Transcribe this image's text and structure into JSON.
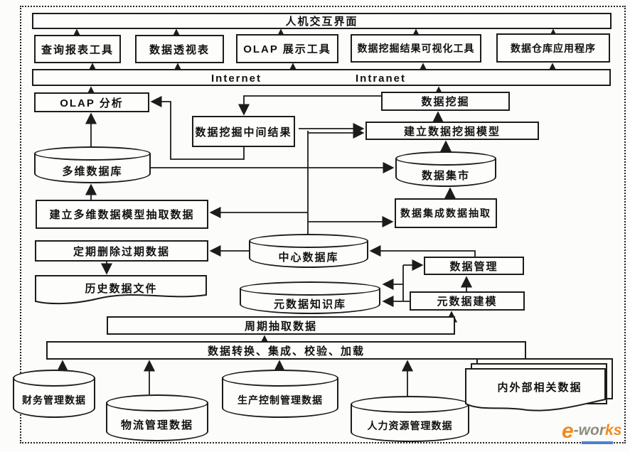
{
  "nodes": {
    "hci": "人机交互界面",
    "tool_query": "查询报表工具",
    "tool_pivot": "数据透视表",
    "tool_olap": "OLAP 展示工具",
    "tool_visual": "数据挖掘结果可视化工具",
    "tool_app": "数据仓库应用程序",
    "internet": "Internet",
    "intranet": "Intranet",
    "olap_analysis": "OLAP 分析",
    "mining": "数据挖掘",
    "mining_mid": "数据挖掘中间结果",
    "build_mining": "建立数据挖掘模型",
    "mdb": "多维数据库",
    "mart": "数据集市",
    "build_multi": "建立多维数据模型抽取数据",
    "integrate": "数据集成数据抽取",
    "purge": "定期删除过期数据",
    "central": "中心数据库",
    "history": "历史数据文件",
    "meta_kb": "元数据知识库",
    "mgmt": "数据管理",
    "meta_model": "元数据建模",
    "cycle": "周期抽取数据",
    "transform": "数据转换、集成、校验、加载",
    "src_finance": "财务管理数据",
    "src_logistics": "物流管理数据",
    "src_production": "生产控制管理数据",
    "src_hr": "人力资源管理数据",
    "src_external": "内外部相关数据"
  },
  "watermark": {
    "e": "e",
    "wor": "-wor",
    "ks": "ks"
  },
  "colors": {
    "line": "#1c1c1c",
    "box_bg": "#fdfdfb",
    "logo_orange": "#f28a1e",
    "logo_gray": "#8f8b7d",
    "logo_blue": "#4f7fd0"
  }
}
